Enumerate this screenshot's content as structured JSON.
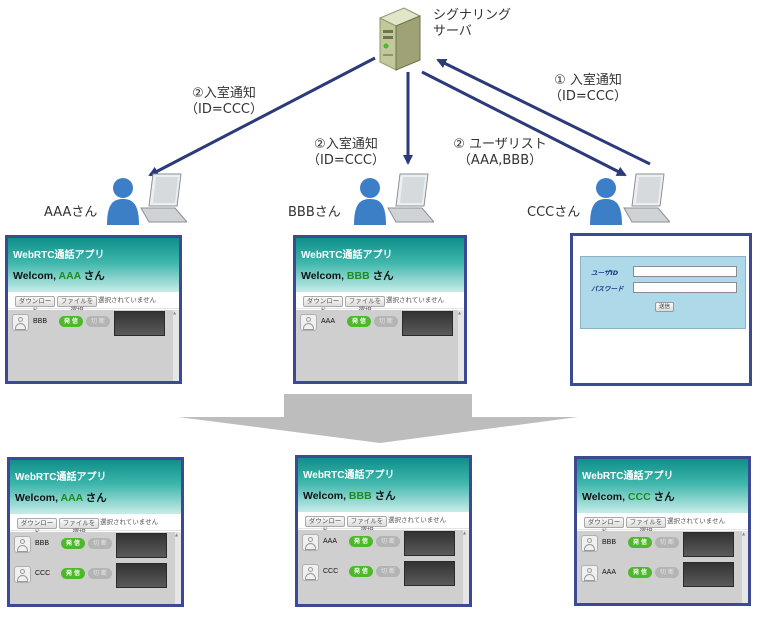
{
  "server": {
    "label_line1": "シグナリング",
    "label_line2": "サーバ"
  },
  "notifications": {
    "left": {
      "line1": "②入室通知",
      "line2": "（ID=CCC）"
    },
    "center": {
      "line1": "②入室通知",
      "line2": "（ID=CCC）"
    },
    "list": {
      "line1": "② ユーザリスト",
      "line2": "（AAA,BBB）"
    },
    "entry": {
      "line1": "① 入室通知",
      "line2": "（ID=CCC）"
    }
  },
  "users": {
    "a": "AAAさん",
    "b": "BBBさん",
    "c": "CCCさん"
  },
  "app": {
    "title": "WebRTC通話アプリ",
    "welcome_prefix": "Welcom, ",
    "welcome_suffix": " さん",
    "download_label": "ダウンロード",
    "choose_file_label": "ファイルを選択",
    "no_file_text": "選択されていません",
    "call_label": "発 信",
    "hangup_label": "切 断"
  },
  "before": {
    "a": {
      "user": "AAA",
      "peers": [
        "BBB"
      ]
    },
    "b": {
      "user": "BBB",
      "peers": [
        "AAA"
      ]
    }
  },
  "login": {
    "user_id_label": "ユーザID",
    "password_label": "パスワード",
    "submit_label": "送信"
  },
  "after": {
    "a": {
      "user": "AAA",
      "peers": [
        "BBB",
        "CCC"
      ]
    },
    "b": {
      "user": "BBB",
      "peers": [
        "AAA",
        "CCC"
      ]
    },
    "c": {
      "user": "CCC",
      "peers": [
        "BBB",
        "AAA"
      ]
    }
  },
  "colors": {
    "panel_border": "#3c4a94",
    "arrow": "#2a3a7a",
    "user_accent": "#1c8a23",
    "call_button": "#4fb82a",
    "transition_arrow": "#bdbdbd"
  }
}
